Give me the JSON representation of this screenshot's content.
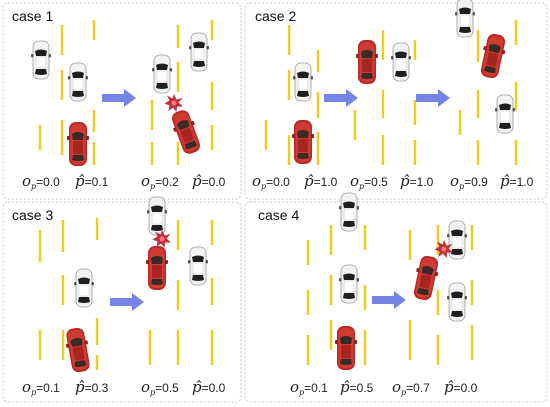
{
  "colors": {
    "lane_yellow": "#e8cf22",
    "arrow_blue": "#7583e6",
    "panel_border": "#bfc4ce",
    "red_car": "#c0302d",
    "white_car": "#f4f4f4",
    "crash_red": "#e04a52"
  },
  "icons": {
    "car_top_view": "car-icon",
    "collision_burst": "collision-burst-icon",
    "transition_arrow": "arrow-right-icon"
  },
  "cases": [
    {
      "label": "case 1",
      "annotations": [
        {
          "o_label": "o",
          "o_sub": "p",
          "o_value": "=0.0",
          "p_label": "p̂",
          "p_value": "=0.1"
        },
        {
          "o_label": "o",
          "o_sub": "p",
          "o_value": "=0.2",
          "p_label": "p̂",
          "p_value": "=0.0"
        }
      ]
    },
    {
      "label": "case 2",
      "annotations": [
        {
          "o_label": "o",
          "o_sub": "p",
          "o_value": "=0.0",
          "p_label": "p̂",
          "p_value": "=1.0"
        },
        {
          "o_label": "o",
          "o_sub": "p",
          "o_value": "=0.5",
          "p_label": "p̂",
          "p_value": "=1.0"
        },
        {
          "o_label": "o",
          "o_sub": "p",
          "o_value": "=0.9",
          "p_label": "p̂",
          "p_value": "=1.0"
        }
      ]
    },
    {
      "label": "case 3",
      "annotations": [
        {
          "o_label": "o",
          "o_sub": "p",
          "o_value": "=0.1",
          "p_label": "p̂",
          "p_value": "=0.3"
        },
        {
          "o_label": "o",
          "o_sub": "p",
          "o_value": "=0.5",
          "p_label": "p̂",
          "p_value": "=0.0"
        }
      ]
    },
    {
      "label": "case 4",
      "annotations": [
        {
          "o_label": "o",
          "o_sub": "p",
          "o_value": "=0.1",
          "p_label": "p̂",
          "p_value": "=0.5"
        },
        {
          "o_label": "o",
          "o_sub": "p",
          "o_value": "=0.7",
          "p_label": "p̂",
          "p_value": "=0.0"
        }
      ]
    }
  ]
}
